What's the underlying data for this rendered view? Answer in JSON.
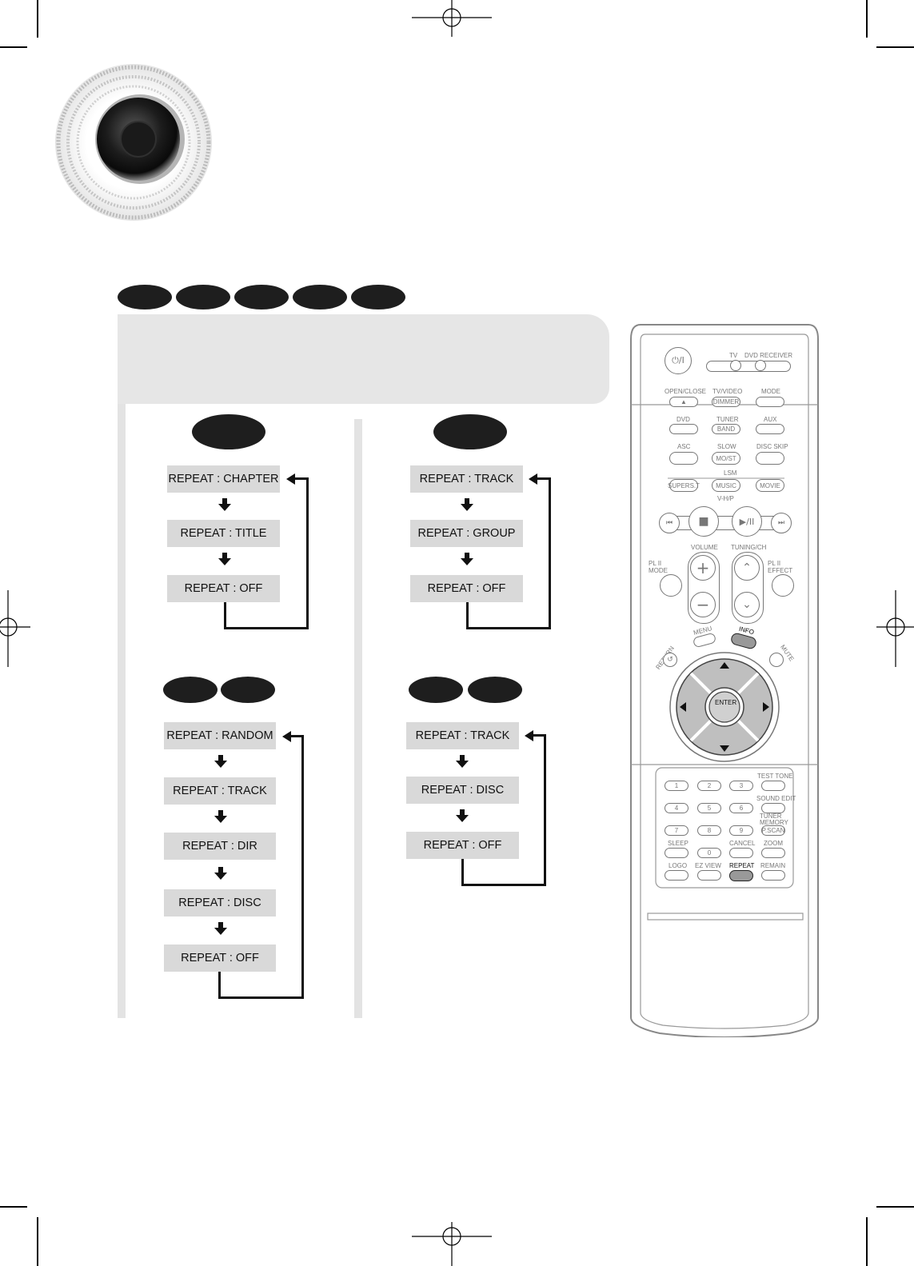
{
  "flow_panels": [
    {
      "items": [
        "REPEAT : CHAPTER",
        "REPEAT : TITLE",
        "REPEAT : OFF"
      ]
    },
    {
      "items": [
        "REPEAT : TRACK",
        "REPEAT : GROUP",
        "REPEAT : OFF"
      ]
    },
    {
      "items": [
        "REPEAT : RANDOM",
        "REPEAT : TRACK",
        "REPEAT : DIR",
        "REPEAT : DISC",
        "REPEAT : OFF"
      ]
    },
    {
      "items": [
        "REPEAT : TRACK",
        "REPEAT : DISC",
        "REPEAT : OFF"
      ]
    }
  ],
  "remote": {
    "power_label": "⏻/I",
    "tv_label": "TV",
    "dvd_receiver_label": "DVD RECEIVER",
    "open_close_label": "OPEN/CLOSE",
    "open_close_symbol": "▲",
    "tv_video_label": "TV/VIDEO",
    "dimmer_label": "DIMMER",
    "mode_label": "MODE",
    "dvd_label": "DVD",
    "tuner_label": "TUNER",
    "band_label": "BAND",
    "aux_label": "AUX",
    "asc_label": "ASC",
    "slow_label": "SLOW",
    "mo_st_label": "MO/ST",
    "disc_skip_label": "DISC SKIP",
    "lsm_label": "LSM",
    "supers_label": "SUPERS.T",
    "music_label": "MUSIC",
    "movie_label": "MOVIE",
    "vhp_label": "V-H/P",
    "volume_label": "VOLUME",
    "tuning_label": "TUNING/CH",
    "pl2_mode_label": "PL II MODE",
    "pl2_effect_label": "PL II EFFECT",
    "menu_label": "MENU",
    "info_label": "INFO",
    "return_label": "RETURN",
    "mute_label": "MUTE",
    "enter_label": "ENTER",
    "numbers": [
      "1",
      "2",
      "3",
      "4",
      "5",
      "6",
      "7",
      "8",
      "9",
      "0"
    ],
    "test_tone_label": "TEST TONE",
    "sound_edit_label": "SOUND EDIT",
    "tuner_memory_label": "TUNER MEMORY",
    "p_scan_label": "P.SCAN",
    "sleep_label": "SLEEP",
    "cancel_label": "CANCEL",
    "zoom_label": "ZOOM",
    "logo_label": "LOGO",
    "ez_view_label": "EZ VIEW",
    "repeat_label": "REPEAT",
    "remain_label": "REMAIN"
  },
  "colors": {
    "panel_gray": "#e6e6e6",
    "box_gray": "#d9d9d9",
    "pill_black": "#1e1e1e",
    "remote_line": "#777777"
  }
}
